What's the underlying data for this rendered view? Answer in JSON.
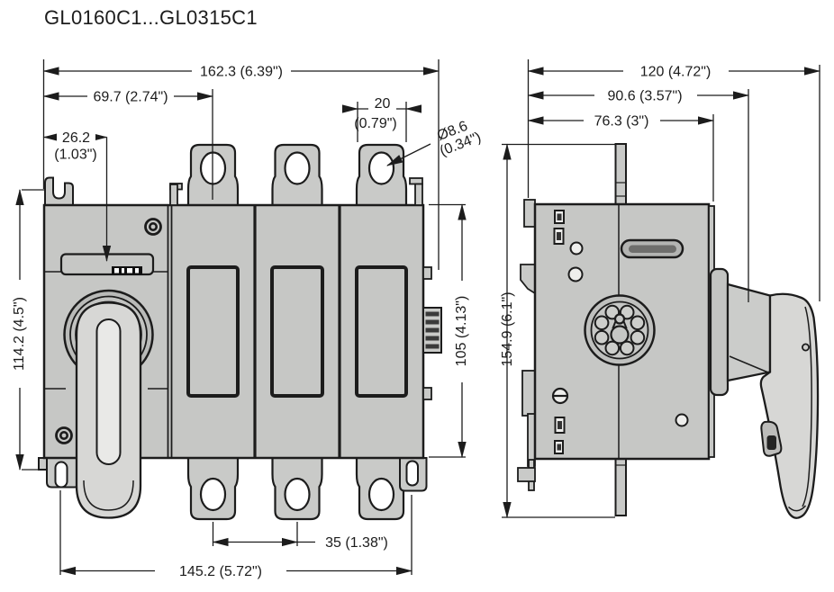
{
  "title": "GL0160C1...GL0315C1",
  "views": {
    "front": {
      "dims": {
        "overall_width": "162.3 (6.39\")",
        "edge_to_terminal_center": "69.7 (2.74\")",
        "edge_to_shaft_mm": "26.2",
        "edge_to_shaft_in": "(1.03\")",
        "terminal_width_mm": "20",
        "terminal_width_in": "(0.79\")",
        "terminal_hole_dia_mm": "Ø8.6",
        "terminal_hole_dia_in": "(0.34\")",
        "overall_height": "114.2 (4.5\")",
        "body_height": "105 (4.13\")",
        "pole_pitch": "35 (1.38\")",
        "fixing_centres": "145.2 (5.72\")"
      }
    },
    "side": {
      "dims": {
        "overall_depth": "120 (4.72\")",
        "depth_to_handle": "90.6 (3.57\")",
        "body_depth": "76.3 (3\")",
        "overall_height": "154.9 (6.1\")"
      }
    }
  },
  "colors": {
    "line": "#1c1c1c",
    "body_fill": "#c6c7c5",
    "handle_fill": "#d7d7d5",
    "slot_fill": "#e9e9e7",
    "background": "#ffffff"
  }
}
